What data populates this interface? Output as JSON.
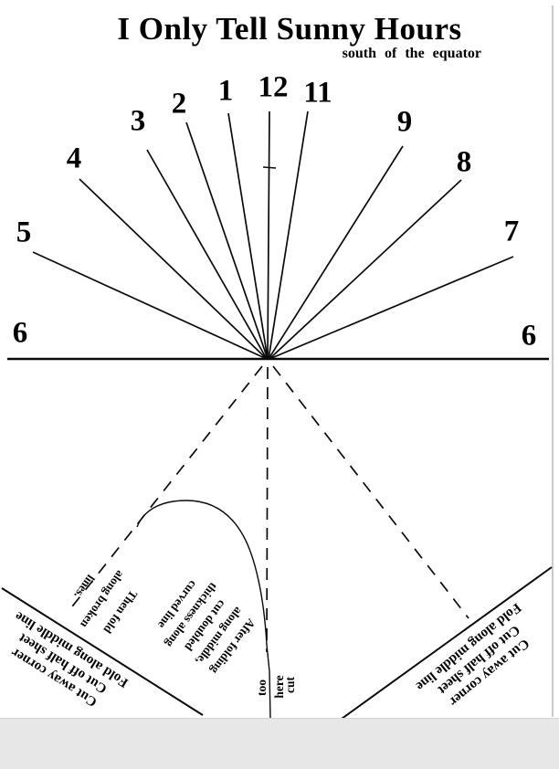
{
  "page": {
    "title": "I Only Tell Sunny Hours",
    "subtitle": "south of the equator"
  },
  "dial": {
    "hours": {
      "h12": "12",
      "h1": "1",
      "h2": "2",
      "h3": "3",
      "h4": "4",
      "h5": "5",
      "h6_left": "6",
      "h6_right": "6",
      "h7": "7",
      "h8": "8",
      "h9": "9",
      "h11": "11"
    }
  },
  "instructions": {
    "cut_block": {
      "line1": "After folding",
      "line2": "along middle,",
      "line3": "cut doubled",
      "line4": "thickness along",
      "line5": "curved line"
    },
    "fold_block": {
      "line1": "Then fold",
      "line2": "along broken",
      "line3": "lines."
    },
    "cut_here_note": {
      "word1": "cut",
      "word2": "here",
      "word3": "too"
    },
    "corner_left": {
      "line1": "Cut away corner",
      "line2": "Cut off half sheet",
      "line3": "Fold along middle line"
    },
    "corner_right": {
      "line1": "Cut away corner",
      "line2": "Cut off half sheet",
      "line3": "Fold along middle line"
    }
  },
  "colors": {
    "ink": "#0a0a0a",
    "scan_edge_gray": "#e7e7e7"
  }
}
